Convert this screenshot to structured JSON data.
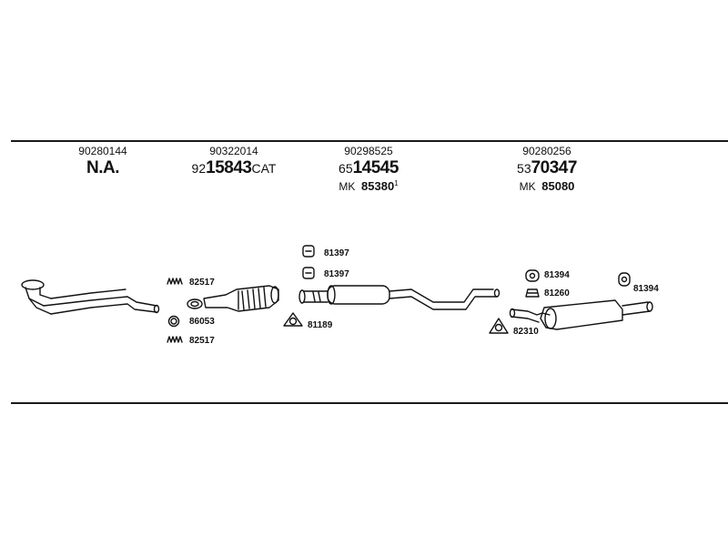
{
  "columns": [
    {
      "oe_number": "90280144",
      "main_prefix": "",
      "main_bold": "N.A.",
      "main_suffix": "",
      "mk_prefix": "",
      "mk_bold": "",
      "mk_sup": ""
    },
    {
      "oe_number": "90322014",
      "main_prefix": "92",
      "main_bold": "15843",
      "main_suffix": "CAT",
      "mk_prefix": "",
      "mk_bold": "",
      "mk_sup": ""
    },
    {
      "oe_number": "90298525",
      "main_prefix": "65",
      "main_bold": "14545",
      "main_suffix": "",
      "mk_prefix": "MK",
      "mk_bold": "85380",
      "mk_sup": "1"
    },
    {
      "oe_number": "90280256",
      "main_prefix": "53",
      "main_bold": "70347",
      "main_suffix": "",
      "mk_prefix": "MK",
      "mk_bold": "85080",
      "mk_sup": ""
    }
  ],
  "part_labels": {
    "spring_top": "82517",
    "ring": "86053",
    "spring_bottom": "82517",
    "gasket_cat": "81189",
    "clamp_upper": "81397",
    "clamp_lower": "81397",
    "rubber_hanger_left": "81394",
    "hanger_bracket": "81260",
    "gasket_rear": "82310",
    "rubber_hanger_right": "81394"
  },
  "icons": {
    "front_pipe": "front-pipe-icon",
    "catalytic_converter": "catalytic-converter-icon",
    "center_silencer": "center-silencer-icon",
    "rear_silencer": "rear-silencer-icon"
  }
}
